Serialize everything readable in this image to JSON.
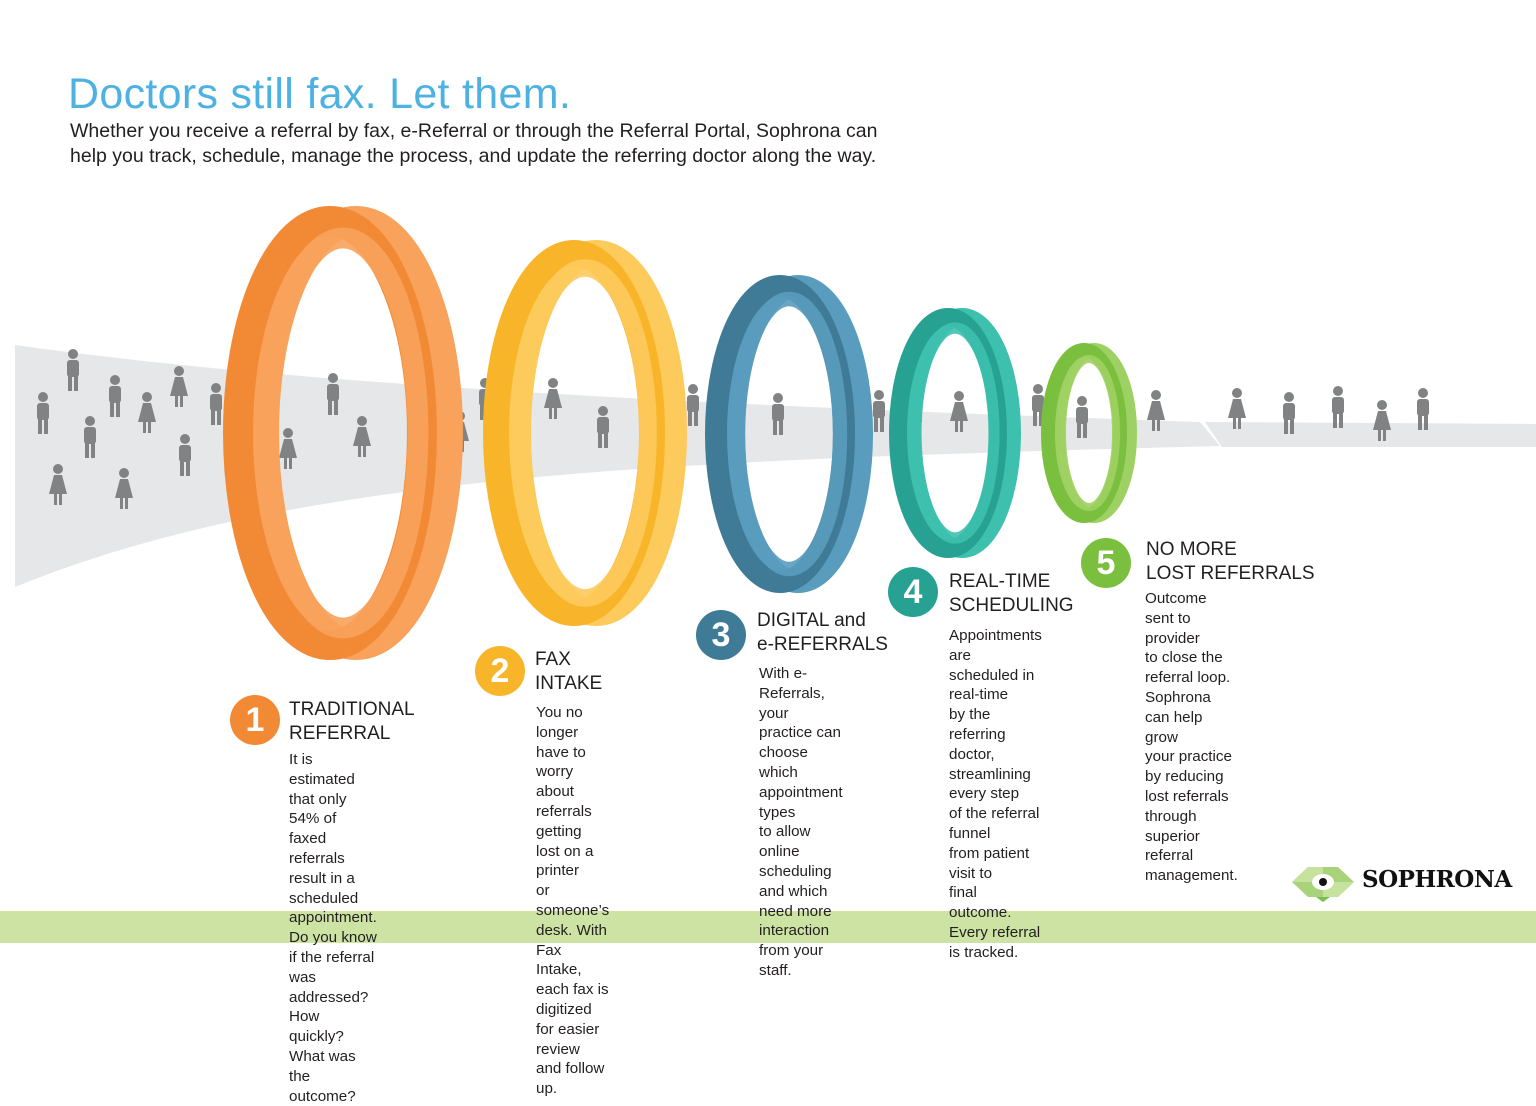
{
  "header": {
    "title": "Doctors still fax. Let them.",
    "subtitle": "Whether you receive a referral by fax, e-Referral or through the Referral Portal, Sophrona can help you track, schedule, manage the process, and update the referring doctor along the way."
  },
  "steps": [
    {
      "number": "1",
      "heading_line1": "TRADITIONAL",
      "heading_line2": "REFERRAL",
      "color": "#f28a35",
      "color_light": "#f8a25c",
      "body": "It is estimated that only\n54% of faxed referrals\nresult in a scheduled\nappointment. Do you know\nif the referral was\naddressed? How quickly?\nWhat was the outcome?"
    },
    {
      "number": "2",
      "heading_line1": "FAX",
      "heading_line2": "INTAKE",
      "color": "#f8b52a",
      "color_light": "#fdca5c",
      "body": "You no longer have to\nworry about referrals\ngetting lost on a printer\nor someone’s desk. With\nFax Intake, each fax is\ndigitized for easier review\nand follow up."
    },
    {
      "number": "3",
      "heading_line1": "DIGITAL and",
      "heading_line2": "e-REFERRALS",
      "color": "#3f7b96",
      "color_light": "#599cbd",
      "body": "With e-Referrals, your\npractice can choose\nwhich appointment types\nto allow online\nscheduling and which\nneed more interaction\nfrom your staff."
    },
    {
      "number": "4",
      "heading_line1": "REAL-TIME",
      "heading_line2": "SCHEDULING",
      "color": "#27a292",
      "color_light": "#3ec0ae",
      "body": "Appointments are\nscheduled in real-time\nby the referring doctor,\nstreamlining every step\nof the referral funnel\nfrom patient visit to\nfinal outcome.\nEvery referral is tracked."
    },
    {
      "number": "5",
      "heading_line1": "NO MORE",
      "heading_line2": "LOST REFERRALS",
      "color": "#7bbf3e",
      "color_light": "#9ed163",
      "body": "Outcome sent to provider\nto close the referral loop.\nSophrona can help grow\nyour practice by reducing\nlost referrals through\nsuperior referral\nmanagement."
    }
  ],
  "logo": {
    "text": "SOPHRONA"
  },
  "colors": {
    "title": "#4db2e2",
    "funnel": "#e6e7e8",
    "person": "#808284",
    "footer": "#cde3a4"
  },
  "icons": [
    "person-icon",
    "funnel-ring",
    "sophrona-logo-icon"
  ]
}
